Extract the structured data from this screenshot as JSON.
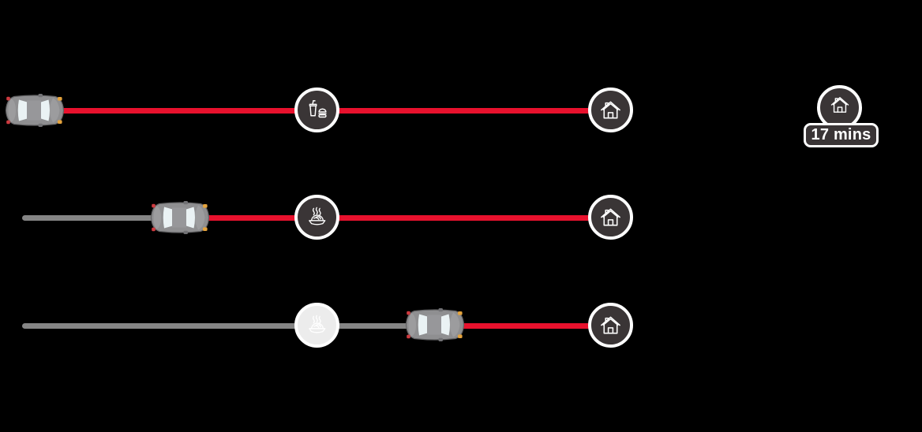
{
  "eta_badge": {
    "label": "17 mins",
    "icon": "home-icon"
  },
  "rows": [
    {
      "name": "journey-row-1",
      "car": "at-start-of-route",
      "route_segments": [
        {
          "state": "remaining",
          "color": "#e8112d"
        }
      ],
      "stops": [
        {
          "icon": "drink-and-burger-icon",
          "state": "upcoming"
        },
        {
          "icon": "home-icon",
          "state": "upcoming"
        }
      ]
    },
    {
      "name": "journey-row-2",
      "car": "before-food-stop",
      "route_segments": [
        {
          "state": "traveled",
          "color": "#858585"
        },
        {
          "state": "remaining",
          "color": "#e8112d"
        }
      ],
      "stops": [
        {
          "icon": "hot-meal-icon",
          "state": "upcoming"
        },
        {
          "icon": "home-icon",
          "state": "upcoming"
        }
      ]
    },
    {
      "name": "journey-row-3",
      "car": "after-food-stop",
      "route_segments": [
        {
          "state": "traveled",
          "color": "#858585"
        },
        {
          "state": "remaining",
          "color": "#e8112d"
        }
      ],
      "stops": [
        {
          "icon": "hot-meal-icon",
          "state": "passed"
        },
        {
          "icon": "home-icon",
          "state": "upcoming"
        }
      ]
    }
  ],
  "colors": {
    "background": "#000000",
    "route-remaining": "#e8112d",
    "route-traveled": "#858585",
    "stop-fill": "#3a3536",
    "stop-fill-passed": "#ececec",
    "stop-ring": "#ffffff",
    "icon-stroke": "#ffffff",
    "badge-fill": "#3a3536",
    "badge-text": "#ffffff"
  }
}
